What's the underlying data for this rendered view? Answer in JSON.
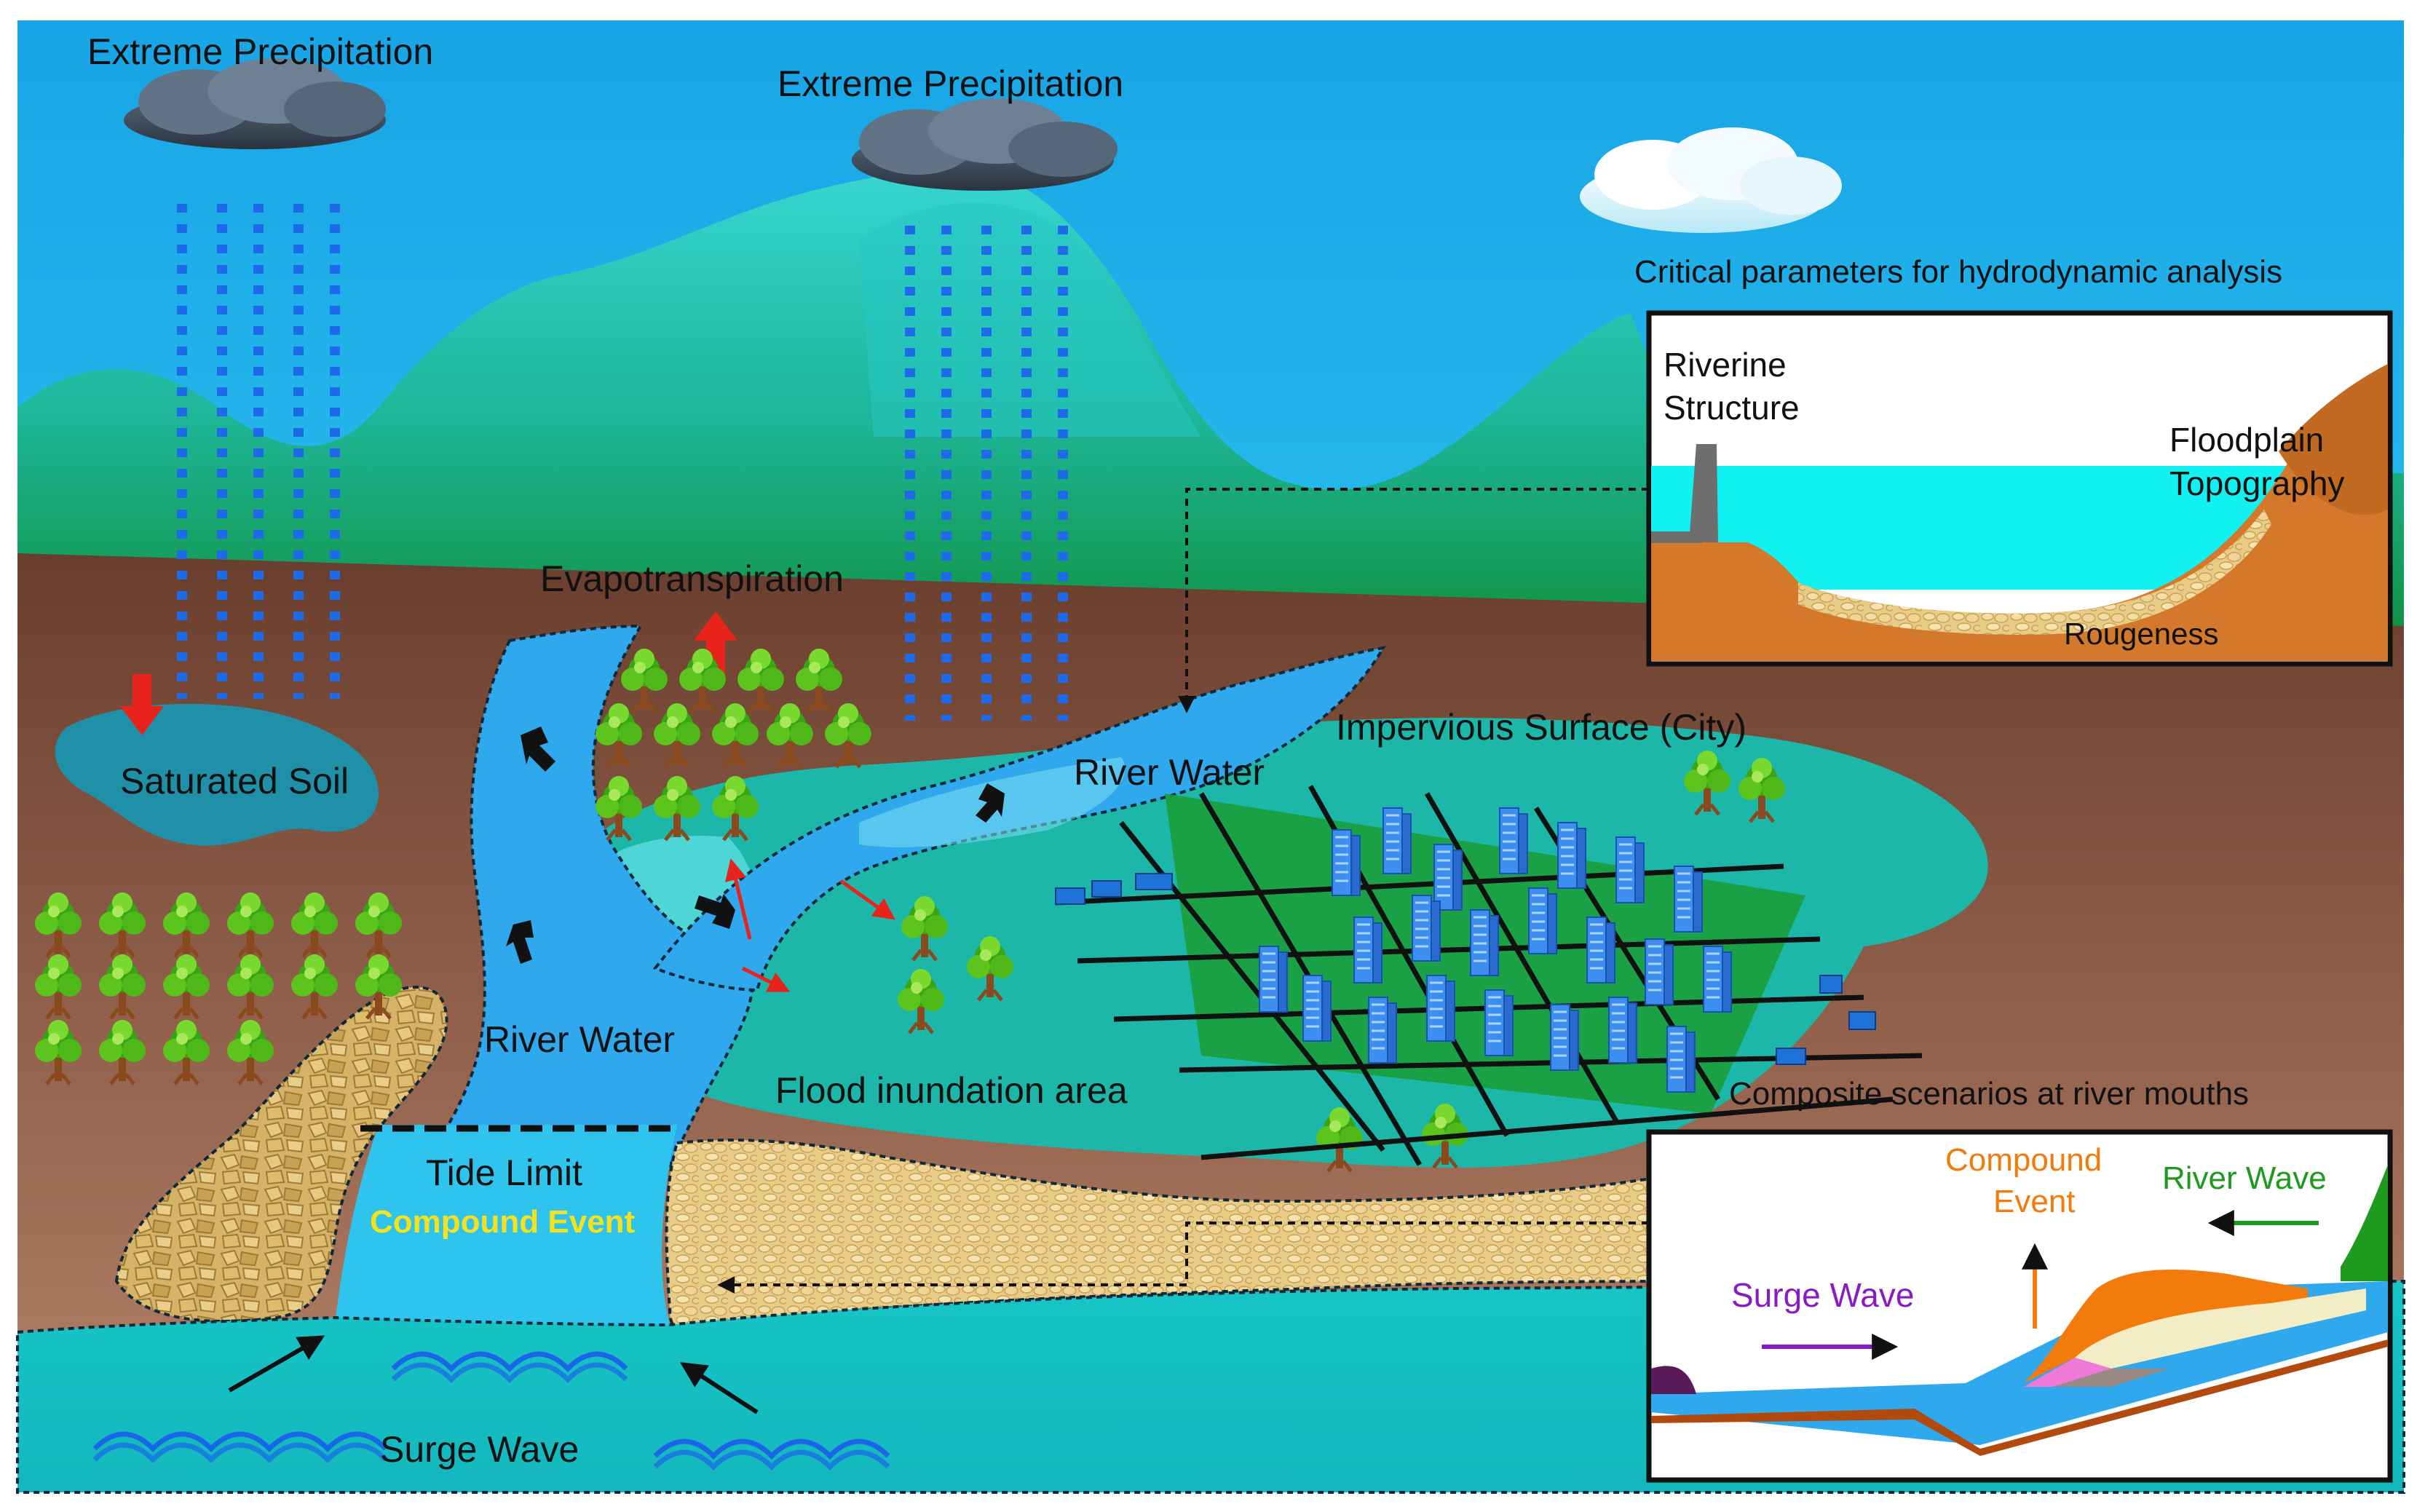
{
  "labels": {
    "precip_left": "Extreme Precipitation",
    "precip_right": "Extreme Precipitation",
    "evapotranspiration": "Evapotranspiration",
    "saturated_soil": "Saturated Soil",
    "river_water_upper": "River Water",
    "river_water_lower": "River Water",
    "impervious_surface": "Impervious Surface (City)",
    "flood_inundation": "Flood inundation area",
    "tide_limit": "Tide Limit",
    "compound_event_mouth": "Compound Event",
    "surge_wave_bottom": "Surge Wave"
  },
  "inset_top": {
    "caption": "Critical parameters for hydrodynamic analysis",
    "riverine_line1": "Riverine",
    "riverine_line2": "Structure",
    "floodplain_line1": "Floodplain",
    "floodplain_line2": "Topography",
    "roughness": "Rougeness"
  },
  "inset_bottom": {
    "caption": "Composite scenarios at river mouths",
    "compound_line1": "Compound",
    "compound_line2": "Event",
    "river_wave": "River Wave",
    "surge_wave": "Surge Wave"
  },
  "colors": {
    "sky": "#1EA9E8",
    "hills": "#1FB5A0",
    "soil": "#7A4A35",
    "river": "#2FA8EE",
    "flood": "#23C5B5",
    "sea": "#1EC2C2",
    "gravel": "#E0C07A",
    "precip_arrow": "#E8231C",
    "compound_text": "#F5E21C",
    "compound_orange": "#F27B0C",
    "river_wave_green": "#1E9A1E",
    "surge_purple": "#8A1BC4"
  }
}
